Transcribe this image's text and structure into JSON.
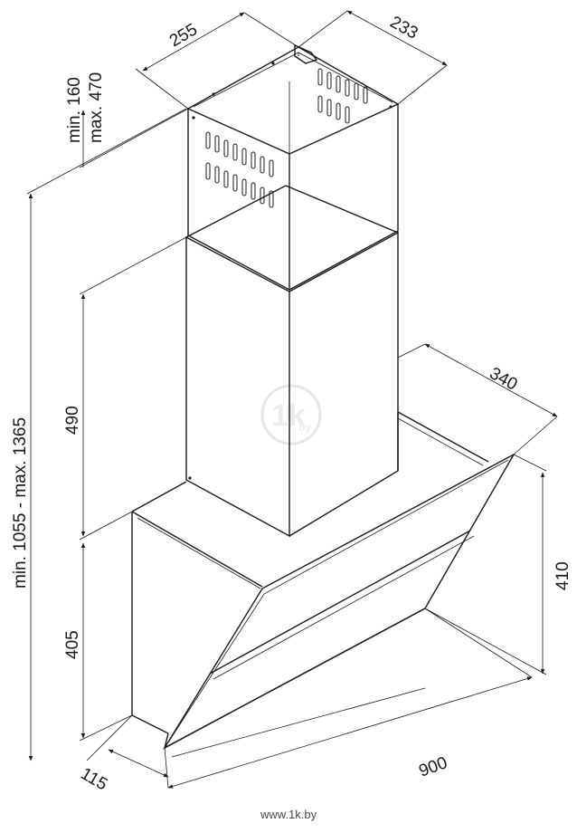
{
  "dimensions": {
    "chimney_width": "255",
    "chimney_depth": "233",
    "chimney_height_range_top": "min. 160",
    "chimney_height_range_bottom": "max. 470",
    "total_height": "min. 1055 - max. 1365",
    "chimney_lower_height": "490",
    "glass_depth": "340",
    "body_height": "405",
    "side_height": "410",
    "body_depth": "115",
    "width": "900"
  },
  "watermark": {
    "logo_text": "1k",
    "logo_suffix": "by",
    "site": "www.1k.by"
  }
}
